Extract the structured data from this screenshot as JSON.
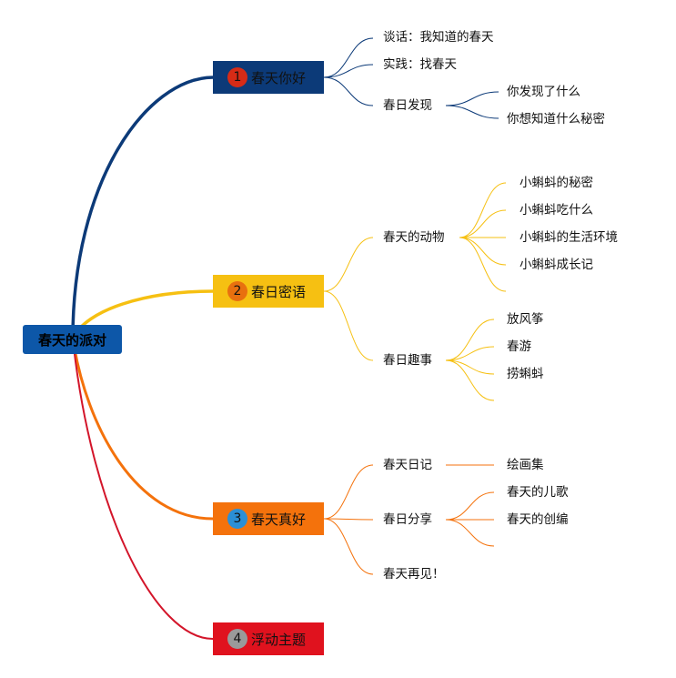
{
  "root": {
    "label": "春天的派对",
    "color": "#0d57a8"
  },
  "topics": [
    {
      "num": "1",
      "num_color": "#d62b16",
      "label": "春天你好",
      "color": "#0c3a78",
      "line_color": "#0c3a78",
      "children": [
        {
          "label": "谈话：我知道的春天"
        },
        {
          "label": "实践：找春天"
        },
        {
          "label": "春日发现",
          "children": [
            {
              "label": "你发现了什么"
            },
            {
              "label": "你想知道什么秘密"
            }
          ]
        }
      ]
    },
    {
      "num": "2",
      "num_color": "#e8700f",
      "label": "春日密语",
      "color": "#f6c012",
      "line_color": "#f6c012",
      "children": [
        {
          "label": "春天的动物",
          "children": [
            {
              "label": "小蝌蚪的秘密"
            },
            {
              "label": "小蝌蚪吃什么"
            },
            {
              "label": "小蝌蚪的生活环境"
            },
            {
              "label": "小蝌蚪成长记"
            },
            {
              "label": ""
            }
          ]
        },
        {
          "label": "春日趣事",
          "children": [
            {
              "label": "放风筝"
            },
            {
              "label": "春游"
            },
            {
              "label": "捞蝌蚪"
            },
            {
              "label": ""
            }
          ]
        }
      ]
    },
    {
      "num": "3",
      "num_color": "#2b8fd6",
      "label": "春天真好",
      "color": "#f4720c",
      "line_color": "#f4720c",
      "children": [
        {
          "label": "春天日记",
          "children": [
            {
              "label": "绘画集"
            }
          ]
        },
        {
          "label": "春日分享",
          "children": [
            {
              "label": "春天的儿歌"
            },
            {
              "label": "春天的创编"
            },
            {
              "label": ""
            }
          ]
        },
        {
          "label": "春天再见！"
        }
      ]
    },
    {
      "num": "4",
      "num_color": "#9a9a9a",
      "label": "浮动主题",
      "color": "#e0121e",
      "line_color": "#d3152a",
      "children": []
    }
  ]
}
